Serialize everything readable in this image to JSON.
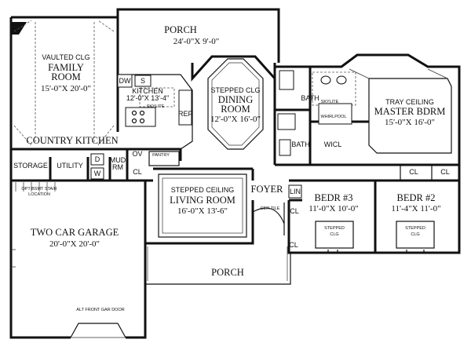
{
  "porch_top": {
    "name": "PORCH",
    "dims": "24'-0\"X 9'-0\""
  },
  "family_room": {
    "note": "VAULTED CLG",
    "name1": "FAMILY",
    "name2": "ROOM",
    "dims": "15'-0\"X 20'-0\""
  },
  "kitchen": {
    "dw": "DW",
    "s": "S",
    "name": "KITCHEN",
    "dims": "12'-0\"X 13'-4\"",
    "skylite": "SKYLITE",
    "ref": "REF"
  },
  "country_kitchen": "COUNTRY KITCHEN",
  "dining_room": {
    "note": "STEPPED CLG",
    "name1": "DINING",
    "name2": "ROOM",
    "dims": "12'-0\"X 16'-0\""
  },
  "bath_top": {
    "name": "BATH",
    "skylite": "SKYLITE"
  },
  "bath_lower": "BATH",
  "whirlpool": "WHIRLPOOL",
  "master": {
    "note": "TRAY CEILING",
    "name": "MASTER BDRM",
    "dims": "15'-0\"X 16'-0\""
  },
  "wicl": "WICL",
  "storage": "STORAGE",
  "utility": "UTILITY",
  "mud_rm": {
    "d": "D",
    "w": "W",
    "line1": "MUD",
    "line2": "RM"
  },
  "ov": "OV",
  "pantry": "PANTRY",
  "cl": "CL",
  "opt_stair": {
    "line1": "OPT BSMT STAIR",
    "line2": "LOCATION"
  },
  "living_room": {
    "note": "STEPPED CEILING",
    "name": "LIVING ROOM",
    "dims": "16'-0\"X 13'-6\""
  },
  "foyer": "FOYER",
  "lin": "LIN",
  "cer_tile": "CER TILE",
  "bedr3": {
    "name": "BEDR #3",
    "dims": "11'-0\"X 10'-0\"",
    "clg1": "STEPPED",
    "clg2": "CLG"
  },
  "bedr2": {
    "name": "BEDR #2",
    "dims": "11'-4\"X 11'-0\"",
    "clg1": "STEPPED",
    "clg2": "CLG"
  },
  "garage": {
    "name": "TWO CAR GARAGE",
    "dims": "20'-0\"X 20'-0\"",
    "alt_door": "ALT FRONT GAR DOOR"
  },
  "porch_bottom": "PORCH"
}
